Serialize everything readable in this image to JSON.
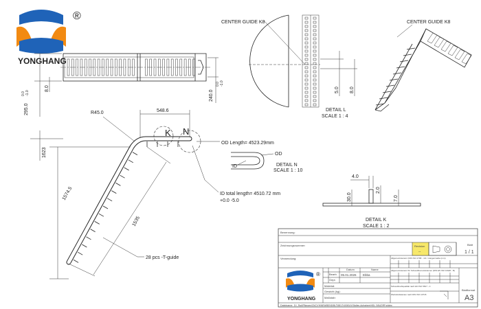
{
  "brand": {
    "name": "YONGHANG",
    "registered_mark": "®",
    "colors": {
      "blue": "#1f63b8",
      "orange": "#f28a12",
      "dark": "#1a1a1a"
    }
  },
  "top_view": {
    "height_dim": "295.0",
    "height_tol_plus": "0.0",
    "height_tol_minus": "-1.0",
    "step_dim": "8.0",
    "right_dim": "240.0",
    "right_tol_plus": "0.0",
    "right_tol_minus": "-1.0"
  },
  "detail_l": {
    "label": "CENTER GUIDE K8",
    "dim_a": "5.0",
    "dim_b": "8.0",
    "title": "DETAIL L",
    "scale": "SCALE 1 : 4"
  },
  "iso_view": {
    "label": "CENTER GUIDE K8"
  },
  "main_view": {
    "radius": "R45.0",
    "top_length": "548.6",
    "marker_k": "K",
    "marker_n": "N",
    "dim_1623": "1623",
    "dim_1574": "1574.5",
    "dim_1535": "1535",
    "od_length": "OD Length= 4523.29mm",
    "id_length": "ID total length= 4510.72 mm",
    "id_tolerance": "+0.0  -5.0",
    "guide_note": "28 pcs -T-guide"
  },
  "detail_n": {
    "od": "OD",
    "id": "ID",
    "title": "DETAIL N",
    "scale": "SCALE 1 : 10"
  },
  "detail_k": {
    "dim_top": "4.0",
    "dim_left": "30.0",
    "dim_mid": "2.0",
    "dim_right": "7.0",
    "title": "DETAIL K",
    "scale": "SCALE 1 : 2"
  },
  "title_block": {
    "benennung": "Benennung:",
    "zeichnungsnummer": "Zeichnungsnummer:",
    "verwendung": "Verwendung:",
    "bearb": "Bearb.",
    "gepr": "Gepr.",
    "date": "05.01.2026",
    "name": "Ebba",
    "datum_label": "Datum",
    "name_label": "Name",
    "material": "Material:",
    "gewicht": "Gewicht (kg):",
    "masstab": "Maßstab:",
    "revision_label": "Revision",
    "revision_value": "--",
    "blatt_label": "Blatt",
    "blatt_value": "1 / 1",
    "blattformat_label": "Blattformat",
    "blattformat_value": "A3",
    "tol_general": "Allgemeintoleranz (DIN ISO 2768 - mK / Längenmaße (mm)",
    "tol_welded": "Allgemeintoleranz für Schweißkonstruktionen (DIN EN ISO 13920 - B)",
    "weld_quality": "Schweißnahtqualität nach EN ISO 5817 - C",
    "edge_note": "Werkstückkanten nach DIN ISO 13715",
    "dateiname": "Dateiname:",
    "dateiname_value": "D:\\_Rad\\Pflanzen\\CNC\\YH\\NEW\\BEND\\BLT\\BELT\\4000\\UV\\Stollen-Aufnahme\\HDL 1\\BUZ\\RF.slddrw"
  }
}
